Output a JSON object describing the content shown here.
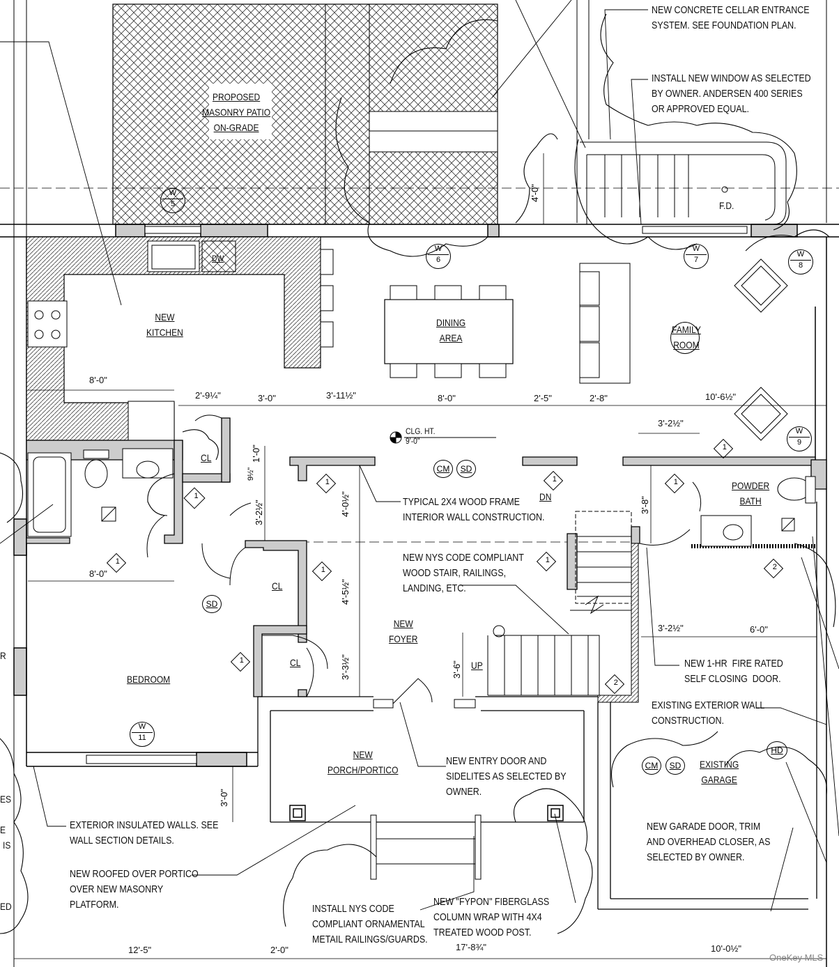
{
  "rooms": {
    "patio": [
      "PROPOSED",
      "MASONRY PATIO",
      "ON-GRADE"
    ],
    "kitchen": [
      "NEW",
      "KITCHEN"
    ],
    "dining": [
      "DINING",
      "AREA"
    ],
    "family": [
      "FAMILY",
      "ROOM"
    ],
    "powder": [
      "POWDER",
      "BATH"
    ],
    "foyer": [
      "NEW",
      "FOYER"
    ],
    "bedroom": "BEDROOM",
    "porch": [
      "NEW",
      "PORCH/PORTICO"
    ],
    "garage": [
      "EXISTING",
      "GARAGE"
    ],
    "closet": "CL",
    "dw": "DW",
    "fd": "F.D."
  },
  "notes": {
    "cellar": "NEW CONCRETE CELLAR ENTRANCE\nSYSTEM. SEE FOUNDATION PLAN.",
    "window": "INSTALL NEW WINDOW AS SELECTED\nBY OWNER. ANDERSEN 400 SERIES\nOR APPROVED EQUAL.",
    "wall": "TYPICAL 2X4 WOOD FRAME\nINTERIOR WALL CONSTRUCTION.",
    "stair": "NEW NYS CODE COMPLIANT\nWOOD STAIR, RAILINGS,\nLANDING, ETC.",
    "fire_door": "NEW 1-HR  FIRE RATED\nSELF CLOSING  DOOR.",
    "ext_wall": "EXISTING EXTERIOR WALL\nCONSTRUCTION.",
    "entry_door": "NEW ENTRY DOOR AND\nSIDELITES AS SELECTED BY\nOWNER.",
    "ext_insulated": "EXTERIOR INSULATED WALLS. SEE\nWALL SECTION DETAILS.",
    "portico": "NEW ROOFED OVER PORTICO\nOVER NEW MASONRY\nPLATFORM.",
    "railings": "INSTALL NYS CODE\nCOMPLIANT ORNAMENTAL\nMETAIL RAILINGS/GUARDS.",
    "fypon": "NEW \"FYPON\" FIBERGLASS\nCOLUMN WRAP WITH 4X4\nTREATED WOOD POST.",
    "garage_door": "NEW GARADE DOOR, TRIM\nAND OVERHEAD CLOSER, AS\nSELECTED BY OWNER."
  },
  "margin_fragments": [
    "ES",
    "E",
    "IS",
    "ED",
    "R"
  ],
  "ceiling": {
    "label": "CLG. HT.",
    "value": "9'-0\""
  },
  "stair_labels": {
    "dn": "DN",
    "up": "UP"
  },
  "symbols": {
    "cm": "CM",
    "sd": "SD",
    "hd": "HD",
    "w": "W"
  },
  "window_tags": [
    {
      "letter": "W",
      "num": "5"
    },
    {
      "letter": "W",
      "num": "6"
    },
    {
      "letter": "W",
      "num": "7"
    },
    {
      "letter": "W",
      "num": "8"
    },
    {
      "letter": "W",
      "num": "9"
    },
    {
      "letter": "W",
      "num": "11"
    }
  ],
  "door_tags": [
    "1",
    "2"
  ],
  "dimensions": {
    "d1": "8'-0\"",
    "d2": "2'-9¼\"",
    "d3": "3'-0\"",
    "d4": "3'-11½\"",
    "d5": "8'-0\"",
    "d6": "2'-5\"",
    "d7": "2'-8\"",
    "d8": "10'-6½\"",
    "d9": "3'-2½\"",
    "d10": "8'-0\"",
    "d11": "3'-2½\"",
    "d12": "6'-0\"",
    "d13": "12'-5\"",
    "d14": "2'-0\"",
    "d15": "17'-8¾\"",
    "d16": "10'-0½\"",
    "v1": "4'-0\"",
    "v2": "1'-0\"",
    "v3": "9½\"",
    "v4": "3'-2½\"",
    "v5": "4'-0½\"",
    "v6": "4'-5½\"",
    "v7": "3'-3½\"",
    "v8": "3'-6\"",
    "v9": "3'-8\"",
    "v10": "3'-0\""
  },
  "watermark": "OneKey MLS"
}
